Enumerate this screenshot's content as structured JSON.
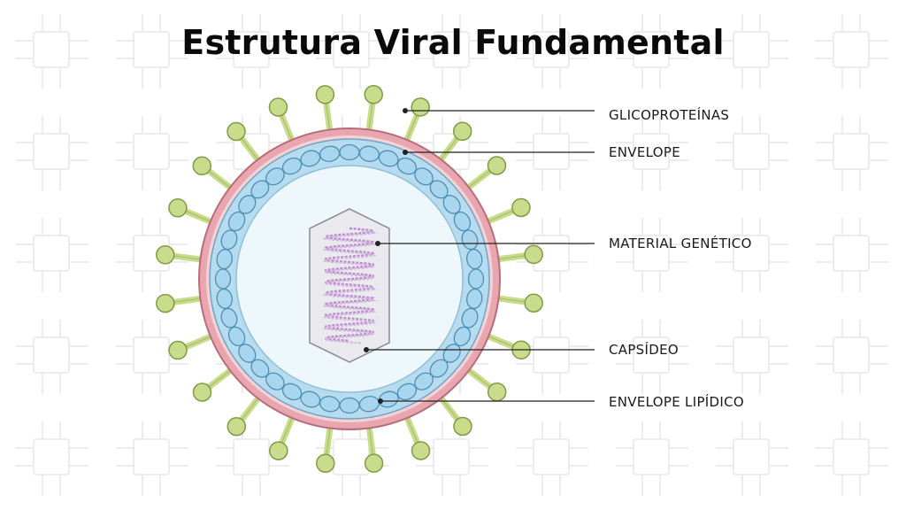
{
  "title": "Estrutura Viral Fundamental",
  "labels": {
    "glycoproteins": "GLICOPROTEÍNAS",
    "envelope": "ENVELOPE",
    "genetic_material": "MATERIAL GENÉTICO",
    "capsid": "CAPSÍDEO",
    "lipid_envelope": "ENVELOPE LIPÍDICO"
  },
  "colors": {
    "spike_head": "#c9dc8c",
    "spike_stroke": "#7f9a48",
    "envelope": "#e8a7b0",
    "capsomere": "#a9d6ef",
    "core": "#eef7fb",
    "genome": "#b88bc9",
    "genome_box": "#e9e9ee"
  }
}
